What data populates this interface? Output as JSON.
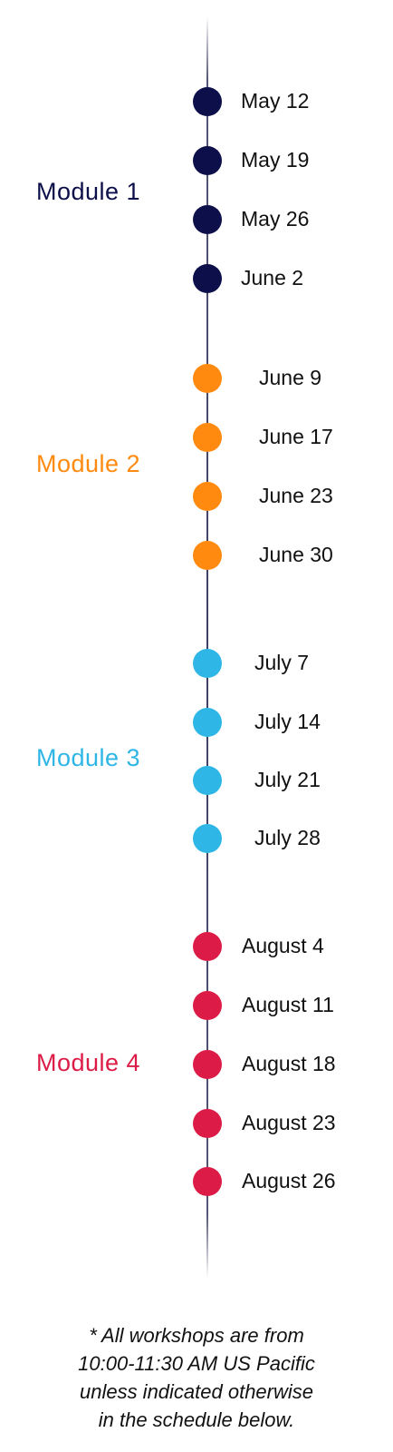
{
  "colors": {
    "module1": "#0d0f4a",
    "module2": "#ff8a0f",
    "module3": "#2eb6e6",
    "module4": "#dc1c47",
    "line": "#1b1e47"
  },
  "modules": [
    {
      "label": "Module 1",
      "dates": [
        "May 12",
        "May 19",
        "May 26",
        "June 2"
      ]
    },
    {
      "label": "Module 2",
      "dates": [
        "June 9",
        "June 17",
        "June 23",
        "June 30"
      ]
    },
    {
      "label": "Module 3",
      "dates": [
        "July 7",
        "July 14",
        "July 21",
        "July 28"
      ]
    },
    {
      "label": "Module 4",
      "dates": [
        "August 4",
        "August 11",
        "August 18",
        "August 23",
        "August 26"
      ]
    }
  ],
  "footnote": {
    "line1": "* All workshops are from",
    "line2": "10:00-11:30 AM US Pacific",
    "line3": "unless indicated otherwise",
    "line4": "in the schedule below."
  }
}
